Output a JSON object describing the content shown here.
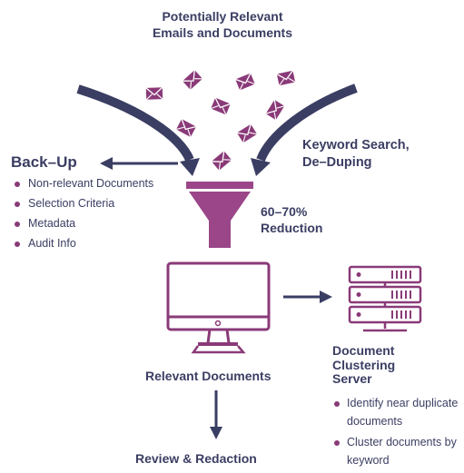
{
  "top_title": "Potentially Relevant\nEmails and Documents",
  "backup": {
    "title": "Back–Up",
    "items": [
      "Non-relevant Documents",
      "Selection Criteria",
      "Metadata",
      "Audit Info"
    ]
  },
  "keyword_label": "Keyword Search,\nDe–Duping",
  "reduction_label": "60–70%\nReduction",
  "relevant_label": "Relevant Documents",
  "review_label": "Review & Redaction",
  "server": {
    "title": "Document\nClustering\nServer",
    "items": [
      "Identify near duplicate documents",
      "Cluster documents by keyword"
    ]
  },
  "colors": {
    "navy": "#3b3e63",
    "purple": "#8a3a78",
    "funnel": "#9a4688"
  },
  "icons": [
    "envelope-icon",
    "funnel-icon",
    "monitor-icon",
    "server-icon",
    "arrow-icon"
  ]
}
